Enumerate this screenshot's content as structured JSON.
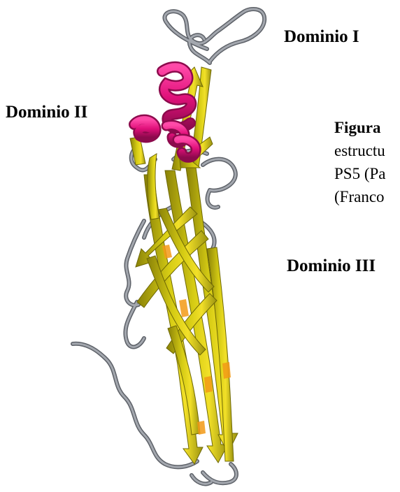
{
  "labels": {
    "domain_1": "Dominio I",
    "domain_2": "Dominio II",
    "domain_3": "Dominio III"
  },
  "caption": {
    "title": "Figura",
    "line1": "estructu",
    "line2": "PS5 (Pa",
    "line3": "(Franco"
  },
  "colors": {
    "helix": "#e0107a",
    "strand": "#c8be10",
    "strand_highlight": "#f2d21c",
    "strand_shadow": "#8a8208",
    "strand_accent": "#f39a16",
    "loop": "#8e929a",
    "loop_edge": "#5d6168"
  }
}
